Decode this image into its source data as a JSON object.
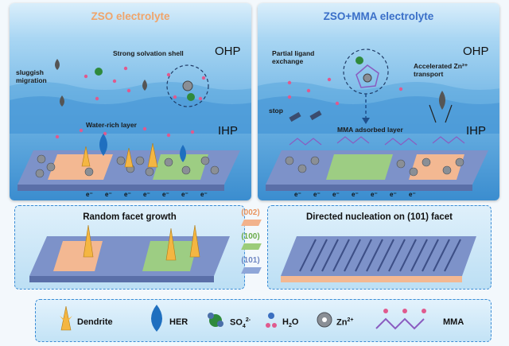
{
  "left_panel": {
    "title": "ZSO electrolyte",
    "sluggish": "sluggish\nmigration",
    "solvation": "Strong solvation shell",
    "water_rich": "Water-rich layer",
    "ohp": "OHP",
    "ihp": "IHP",
    "electron": "e⁻"
  },
  "right_panel": {
    "title": "ZSO+MMA electrolyte",
    "partial": "Partial ligand\nexchange",
    "accelerated": "Accelerated Zn²⁺\ntransport",
    "stop": "stop",
    "mma_layer": "MMA adsorbed layer",
    "ohp": "OHP",
    "ihp": "IHP",
    "electron": "e⁻"
  },
  "growth": {
    "left_title": "Random facet growth",
    "right_title": "Directed nucleation on (101) facet"
  },
  "facets": [
    {
      "label": "(002)",
      "color": "#f2b28c"
    },
    {
      "label": "(100)",
      "color": "#9ccc7a"
    },
    {
      "label": "(101)",
      "color": "#8ea6d8"
    }
  ],
  "legend": {
    "dendrite": "Dendrite",
    "her": "HER",
    "so4": "SO",
    "so4_sub": "4",
    "so4_sup": "2-",
    "h2o": "H",
    "h2o_sub": "2",
    "h2o_tail": "O",
    "zn": "Zn",
    "zn_sup": "2+",
    "mma": "MMA"
  },
  "colors": {
    "dendrite": "#f4b642",
    "her": "#1f6fbf",
    "zinc": "#8a8f96",
    "substrate_blue": "#7d92c9",
    "substrate_orange": "#f3b892",
    "substrate_green": "#9dcd83"
  }
}
